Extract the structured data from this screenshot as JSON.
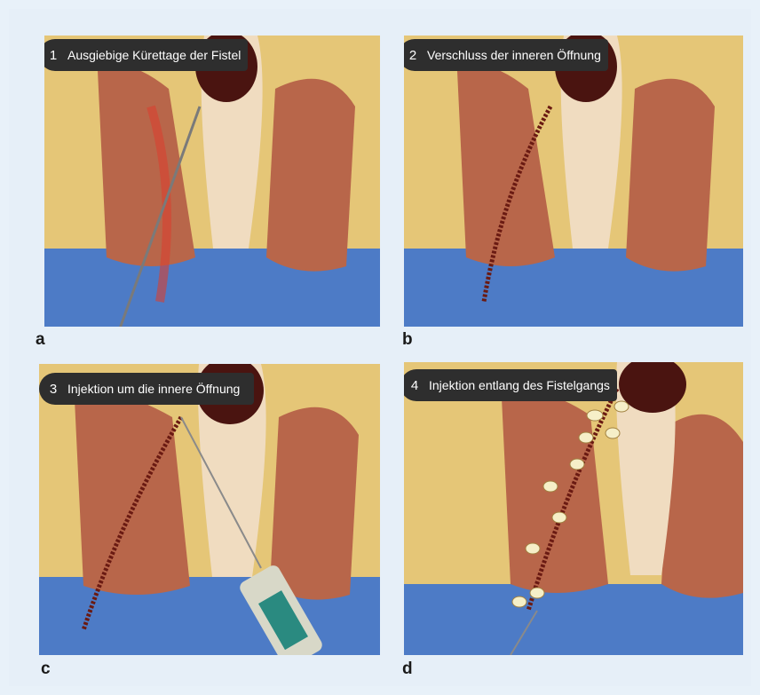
{
  "panels": [
    {
      "step": "1",
      "caption": "Ausgiebige Kürettage der Fistel",
      "letter": "a"
    },
    {
      "step": "2",
      "caption": "Verschluss der inneren Öffnung",
      "letter": "b"
    },
    {
      "step": "3",
      "caption": "Injektion um die innere Öffnung",
      "letter": "c"
    },
    {
      "step": "4",
      "caption": "Injektion entlang des Fistelgangs",
      "letter": "d"
    }
  ],
  "colors": {
    "background": "#e8f1f9",
    "fat": "#e6c97a",
    "muscle": "#b8664a",
    "mucosa": "#5a1a14",
    "lumen_blue": "#4a78c8",
    "caption_bg": "#2e2e2e"
  }
}
